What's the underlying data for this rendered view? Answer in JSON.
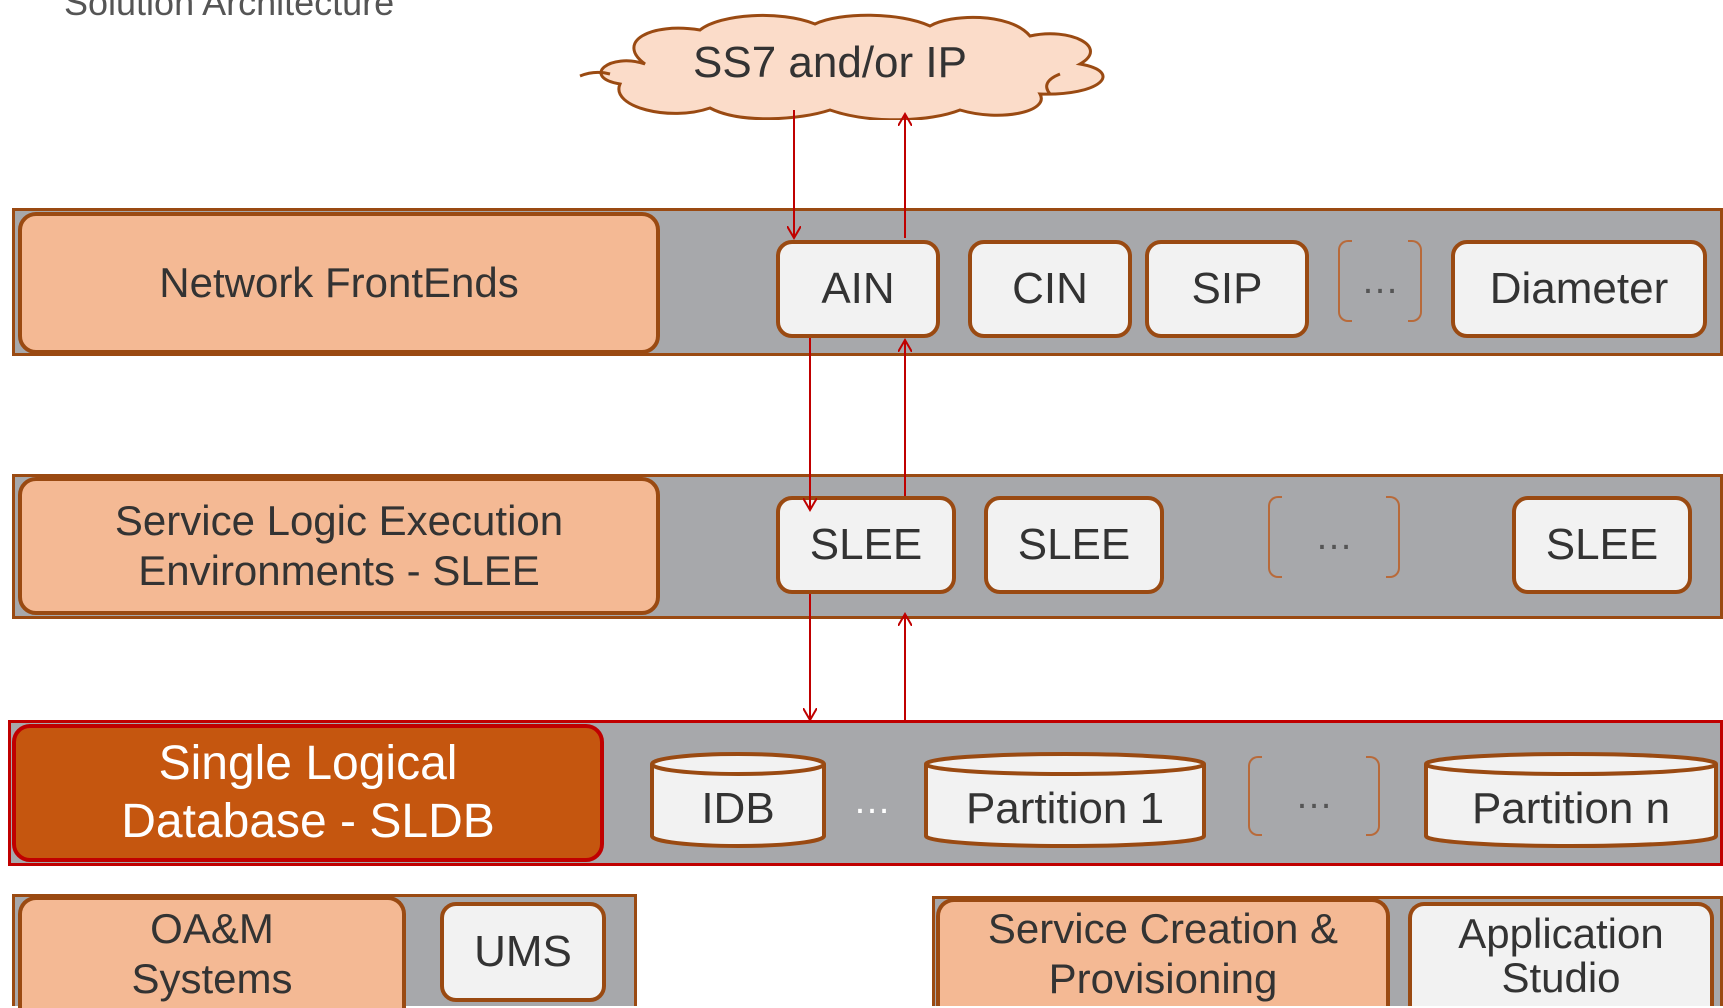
{
  "page_title": "Solution Architecture",
  "cloud_label": "SS7 and/or IP",
  "colors": {
    "band_fill": "#a7a8ab",
    "layer_label_fill": "#f4b994",
    "layer_label_dark_fill": "#c5560f",
    "component_fill": "#f2f2f2",
    "outline_brown": "#9a4a12",
    "outline_red": "#c00000",
    "cloud_fill": "#fbdcc9",
    "arrow_red": "#c00000"
  },
  "layers": {
    "frontends": {
      "label": "Network FrontEnds",
      "components": [
        "AIN",
        "CIN",
        "SIP",
        "Diameter"
      ],
      "ellipsis": "…"
    },
    "slee": {
      "label_line1": "Service Logic Execution",
      "label_line2": "Environments - SLEE",
      "components": [
        "SLEE",
        "SLEE",
        "SLEE"
      ],
      "ellipsis": "…"
    },
    "sldb": {
      "label_line1": "Single Logical",
      "label_line2": "Database - SLDB",
      "databases": [
        "IDB",
        "Partition 1",
        "Partition n"
      ],
      "ellipsis_between": "…",
      "ellipsis_bracket": "…"
    },
    "oam": {
      "label_line1": "OA&M",
      "label_line2": "Systems",
      "component": "UMS"
    },
    "scp": {
      "label_line1": "Service Creation &",
      "label_line2": "Provisioning",
      "component_line1": "Application",
      "component_line2": "Studio"
    }
  }
}
